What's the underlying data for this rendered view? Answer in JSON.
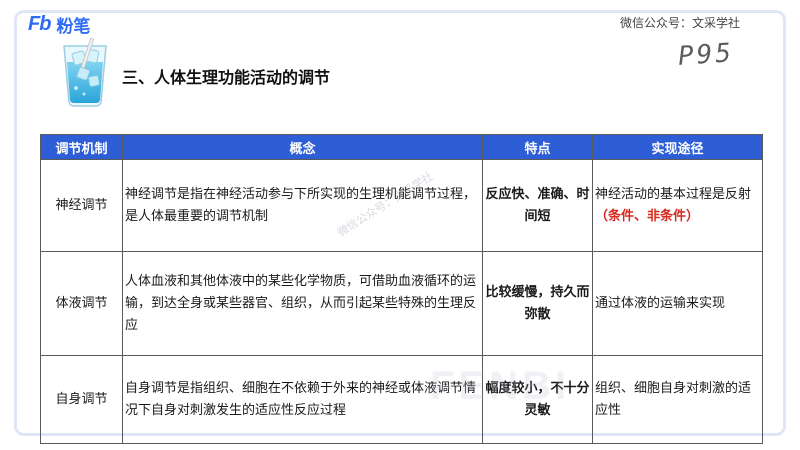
{
  "brand": {
    "mark": "Fb",
    "name": "粉笔"
  },
  "wechat_label": "微信公众号：文采学社",
  "page_number": "P95",
  "section_title": "三、人体生理功能活动的调节",
  "table": {
    "headers": [
      "调节机制",
      "概念",
      "特点",
      "实现途径"
    ],
    "rows": [
      {
        "mechanism": "神经调节",
        "concept": "神经调节是指在神经活动参与下所实现的生理机能调节过程，是人体最重要的调节机制",
        "feature": "反应快、准确、时间短",
        "pathway": "神经活动的基本过程是反射",
        "pathway_highlight": "（条件、非条件）"
      },
      {
        "mechanism": "体液调节",
        "concept": "人体血液和其他体液中的某些化学物质，可借助血液循环的运输，到达全身或某些器官、组织，从而引起某些特殊的生理反应",
        "feature": "比较缓慢，持久而弥散",
        "pathway": "通过体液的运输来实现",
        "pathway_highlight": ""
      },
      {
        "mechanism": "自身调节",
        "concept": "自身调节是指组织、细胞在不依赖于外来的神经或体液调节情况下自身对刺激发生的适应性反应过程",
        "feature": "幅度较小，不十分灵敏",
        "pathway": "组织、细胞自身对刺激的适应性",
        "pathway_highlight": ""
      }
    ]
  },
  "watermark_text": "微信公众号：文采学社",
  "watermark_large": "FENBI",
  "icons": {
    "logo": "fenbi-logo",
    "decoration": "ice-water-glass-icon"
  },
  "colors": {
    "brand_blue": "#2f6cf6",
    "header_blue": "#2e5ed6",
    "highlight_red": "#d62a1f"
  }
}
